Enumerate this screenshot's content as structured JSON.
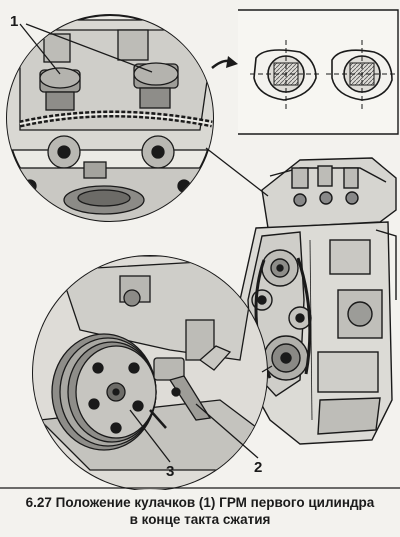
{
  "figure": {
    "callouts": [
      "1",
      "3",
      "2"
    ],
    "colors": {
      "ink": "#1a1a1a",
      "paper": "#f3f2ee",
      "shade": "#9c9c98",
      "mid": "#c9c8c3"
    }
  },
  "caption": {
    "line1": "6.27 Положение кулачков (1) ГРМ первого цилиндра",
    "line2": "в конце такта сжатия"
  }
}
